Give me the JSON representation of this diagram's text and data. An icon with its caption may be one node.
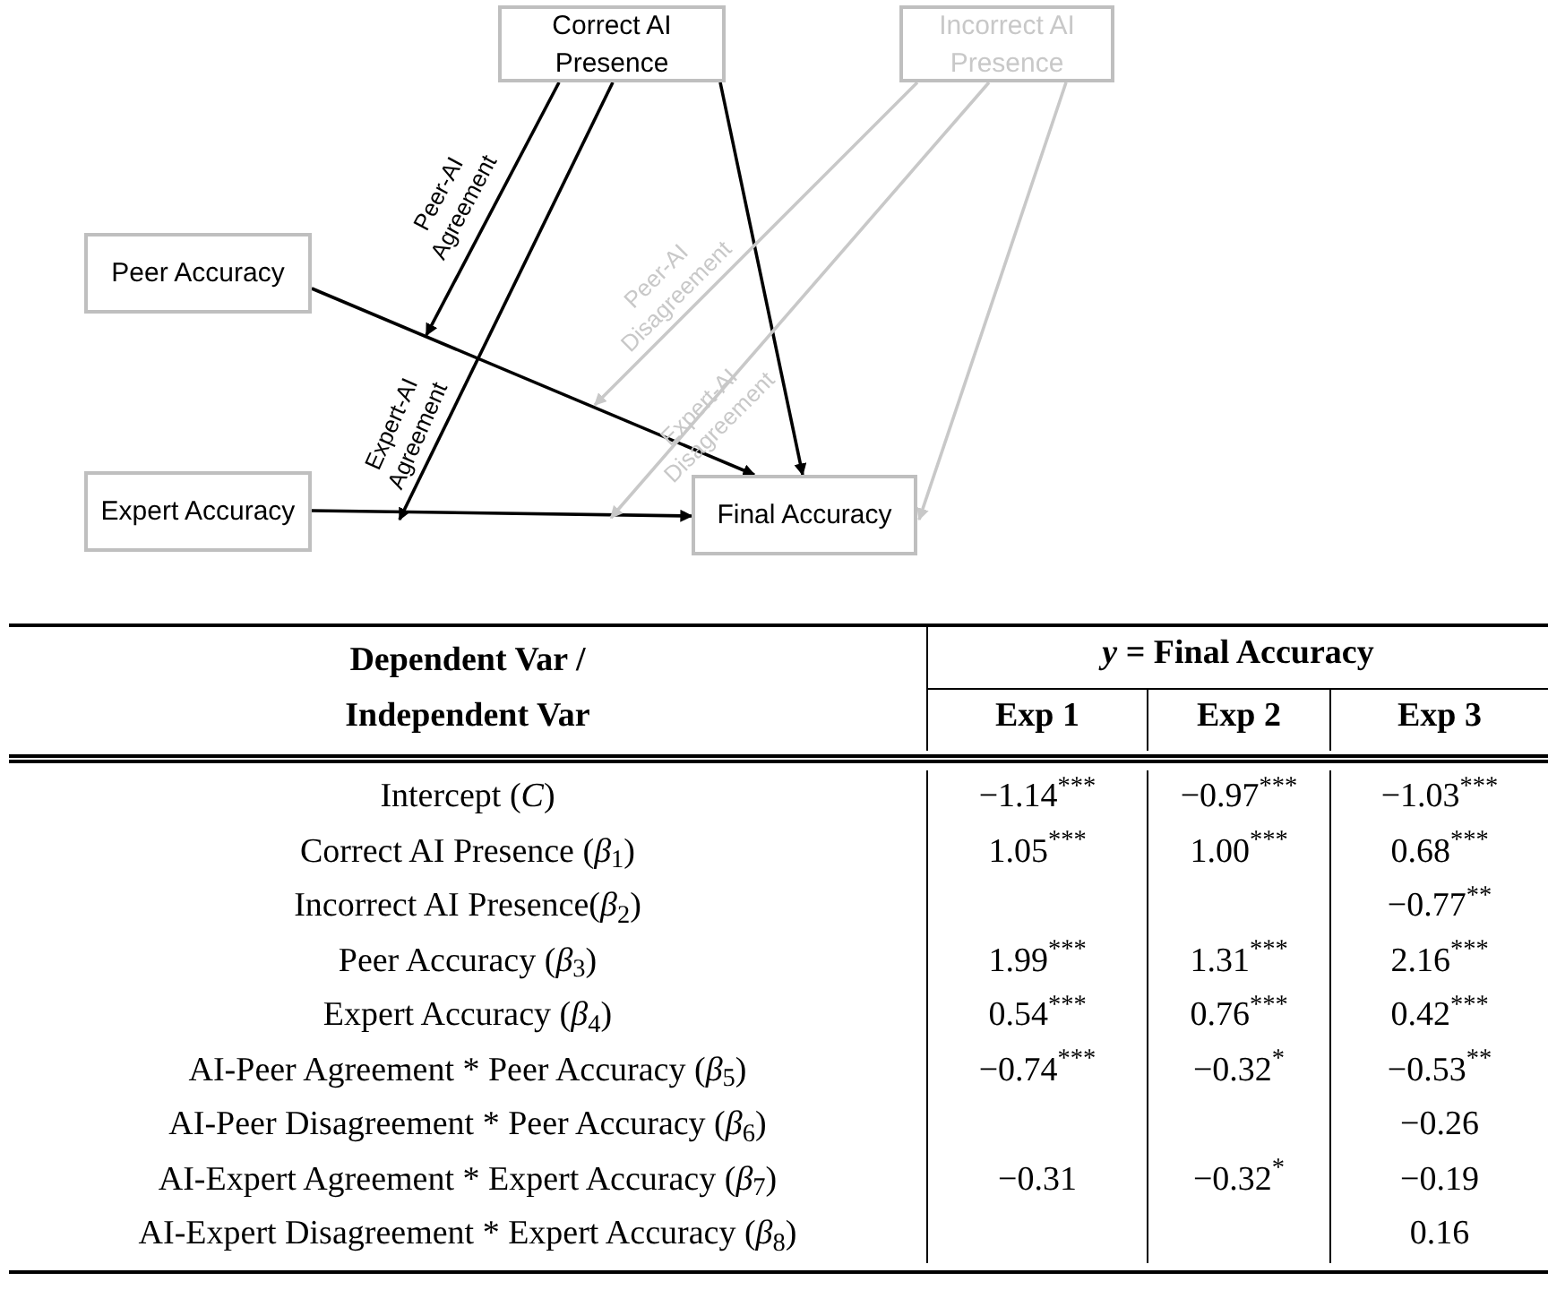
{
  "diagram": {
    "nodes": [
      {
        "text": [
          "Correct AI Presence"
        ]
      },
      {
        "text": [
          "Incorrect AI Presence"
        ]
      },
      {
        "text": [
          "Peer Accuracy"
        ]
      },
      {
        "text": [
          "Expert Accuracy"
        ]
      },
      {
        "text": [
          "Final Accuracy"
        ]
      }
    ],
    "edges": [
      {
        "from": 0,
        "to": 4,
        "arrow": "to"
      },
      {
        "from": 2,
        "to": 4,
        "arrow": "to"
      },
      {
        "from": 3,
        "to": 4,
        "arrow": "to"
      },
      {
        "from": 0,
        "to": null,
        "arrow": "to",
        "label": "Peer-AI Agreement"
      },
      {
        "from": 0,
        "to": null,
        "arrow": "to",
        "label": "Expert-AI Agreement"
      },
      {
        "from": 1,
        "to": null,
        "arrow": "to",
        "label": "Peer-AI Disagreement",
        "color": "#c8c8c8"
      },
      {
        "from": 1,
        "to": null,
        "arrow": "to",
        "label": "Expert-AI Disagreement",
        "color": "#c8c8c8"
      },
      {
        "from": 1,
        "to": 4,
        "arrow": "to",
        "color": "#c8c8c8"
      }
    ],
    "labels": [
      "Dependent Var / Independent Var",
      "*y* = **Final Accuracy**",
      "Exp 1",
      "Exp 2",
      "Exp 3",
      "Intercept (*C*)",
      "−1.14$^{***}$",
      "−0.97$^{***}$",
      "−1.03$^{***}$",
      "Correct AI Presence (*β*$_{1}$)",
      "1.05$^{***}$",
      "1.00$^{***}$",
      "0.68$^{***}$",
      "Incorrect AI Presence(*β*$_{2}$)",
      "−0.77$^{**}$",
      "Peer Accuracy (*β*$_{3}$)",
      "1.99$^{***}$",
      "1.31$^{***}$",
      "2.16$^{***}$",
      "Expert Accuracy (*β*$_{4}$)",
      "0.54$^{***}$",
      "0.76$^{***}$",
      "0.42$^{***}$",
      "AI-Peer Agreement * Peer Accuracy (*β*$_{5}$)",
      "−0.74$^{***}$",
      "−0.32$^{*}$",
      "−0.53$^{**}$",
      "AI-Peer Disagreement * Peer Accuracy (*β*$_{6}$)",
      "−0.26",
      "AI-Expert Agreement * Expert Accuracy (*β*$_{7}$)",
      "−0.31",
      "−0.32$^{*}$",
      "−0.19",
      "AI-Expert Disagreement * Expert Accuracy (*β*$_{8}$)",
      "0.16"
    ]
  }
}
